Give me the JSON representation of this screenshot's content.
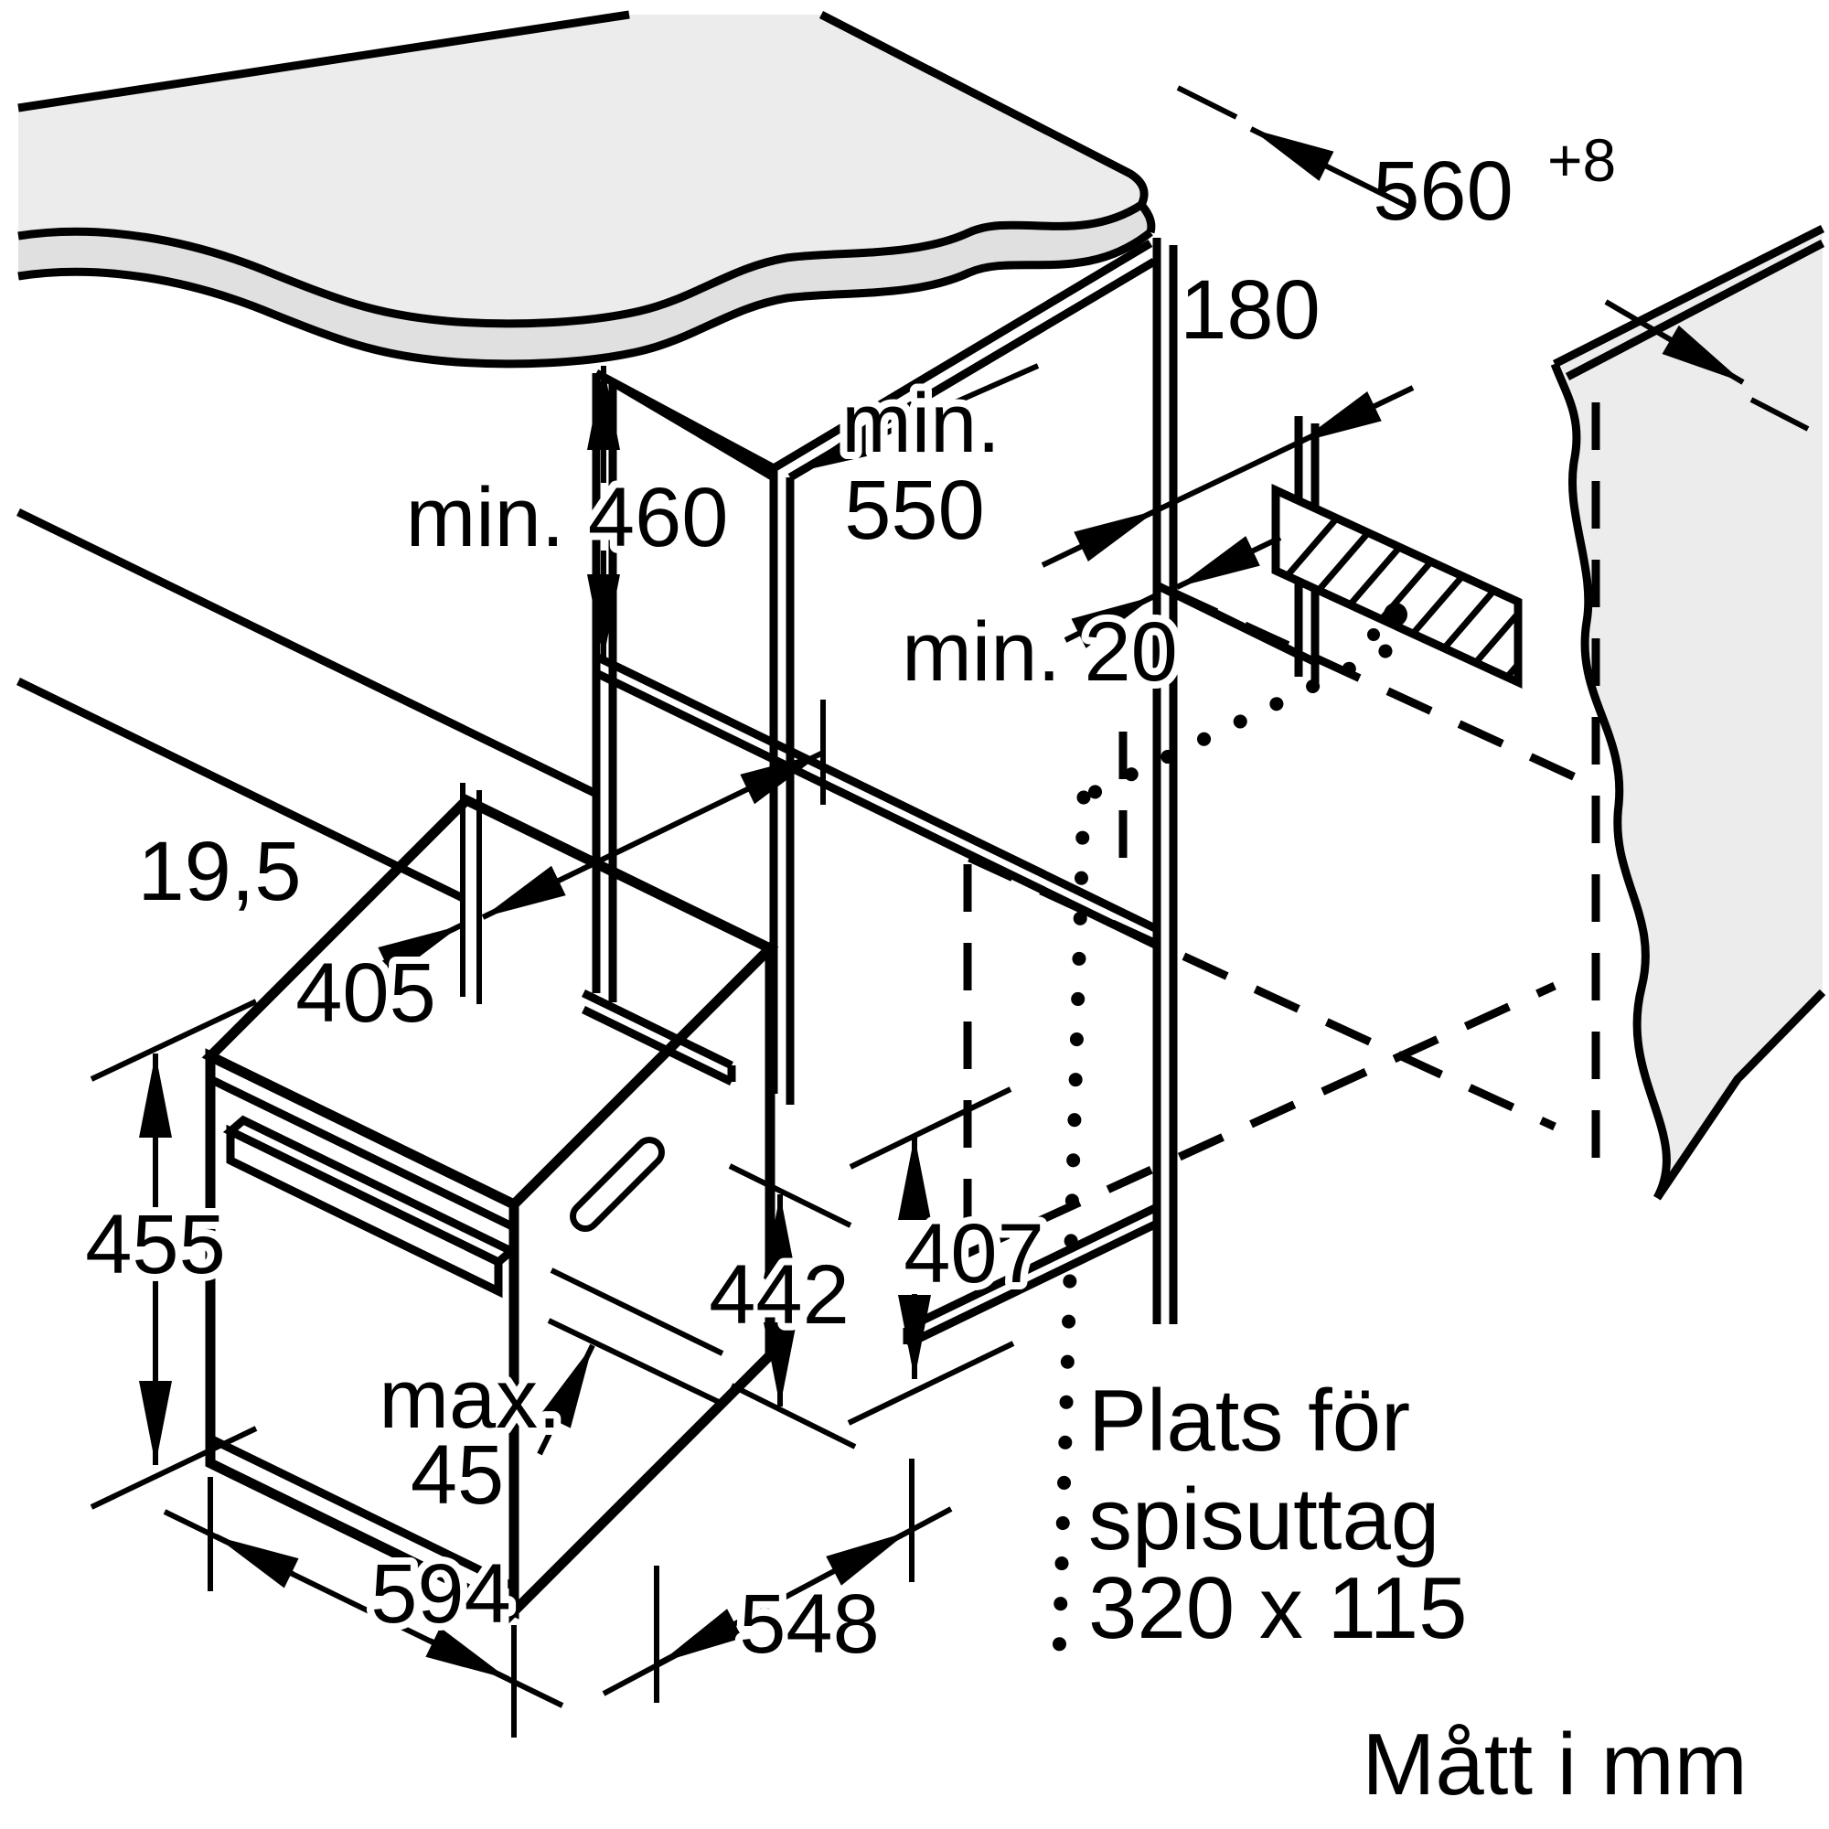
{
  "diagram": {
    "title_hidden": "",
    "unit_note": "Mått i mm",
    "labels": {
      "niche_height": "min. 460",
      "niche_depth_word": "min.",
      "niche_depth_value": "550",
      "rear_offset": "180",
      "niche_width": "560",
      "niche_width_tolerance": "+8",
      "rear_gap": "min. 20",
      "front_overhang": "19,5",
      "top_inset": "405",
      "oven_front_height": "455",
      "oven_body_height": "442",
      "niche_side_height": "407",
      "handle_max_word": "max.",
      "handle_max_value": "45",
      "oven_width": "594",
      "oven_depth": "548"
    },
    "socket_note": {
      "line1": "Plats för",
      "line2": "spisuttag",
      "line3": "320 x 115"
    },
    "colors": {
      "line": "#000000",
      "surface": "#ececec",
      "surface_shade": "#e0e0e0",
      "background": "#ffffff"
    }
  }
}
